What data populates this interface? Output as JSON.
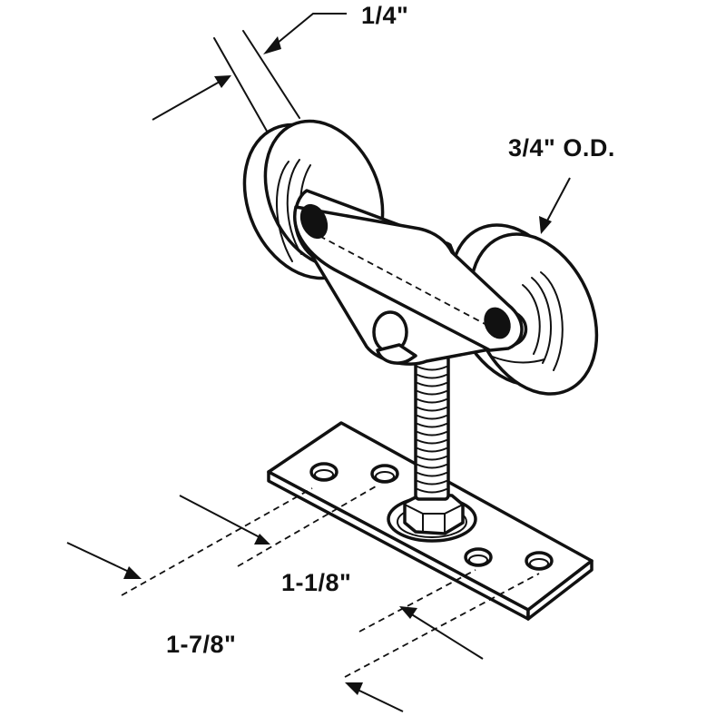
{
  "dimensions": {
    "wheel_thickness": "1/4\"",
    "wheel_diameter": "3/4\" O.D.",
    "hole_spacing": "1-1/8\"",
    "outer_hole_spacing": "1-7/8\""
  },
  "colors": {
    "line": "#111111",
    "background": "#ffffff"
  }
}
